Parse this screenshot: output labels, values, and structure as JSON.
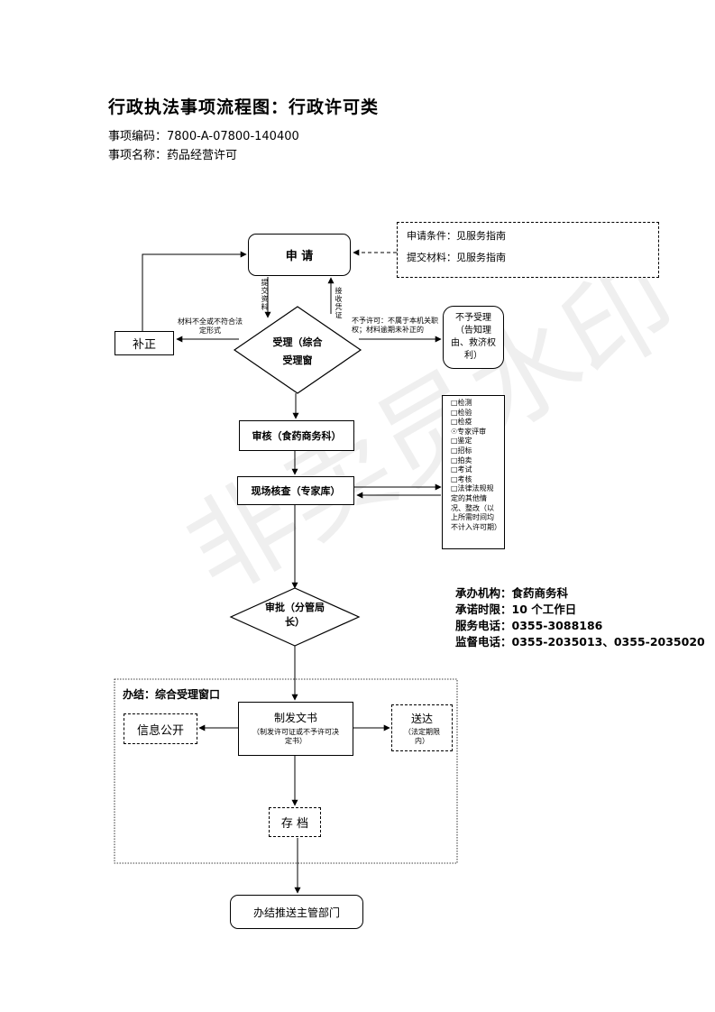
{
  "header": {
    "title": "行政执法事项流程图：行政许可类",
    "code_label": "事项编码：",
    "code_value": "7800-A-07800-140400",
    "name_label": "事项名称：",
    "name_value": "药品经营许可"
  },
  "flow": {
    "apply": "申 请",
    "conditions": "申请条件：见服务指南",
    "materials": "提交材料：见服务指南",
    "submit_materials": "提交资料",
    "receive_voucher": "接收凭证",
    "accept": "受理（综合受理窗",
    "supplement": "补正",
    "supplement_reason": "材料不全或不符合法定形式",
    "reject_reason": "不予许可：不属于本机关职权；材料逾期未补正的",
    "reject": "不予受理（告知理由、救济权利）",
    "review": "审核（食药商务科）",
    "inspection": "现场核查（专家库）",
    "approve": "审批（分管局长）",
    "finish_label": "办结：综合受理窗口",
    "issue_title": "制发文书",
    "issue_sub": "（制发许可证或不予许可决定书）",
    "publicity": "信息公开",
    "delivery_title": "送达",
    "delivery_sub": "（法定期限内）",
    "archive": "存 档",
    "push": "办结推送主管部门"
  },
  "checklist": [
    "□检测",
    "□检验",
    "□检疫",
    "☉专家评审",
    "□鉴定",
    "□招标",
    "□拍卖",
    "□考试",
    "□考核",
    "□法律法规规定的其他情况、整改（以上所需时间均不计入许可期）"
  ],
  "info": {
    "agency": "承办机构：食药商务科",
    "time_limit": "承诺时限：10 个工作日",
    "service_phone": "服务电话：0355-3088186",
    "supervise_phone": "监督电话：0355-2035013、0355-2035020"
  },
  "watermark": "非卖员水印"
}
